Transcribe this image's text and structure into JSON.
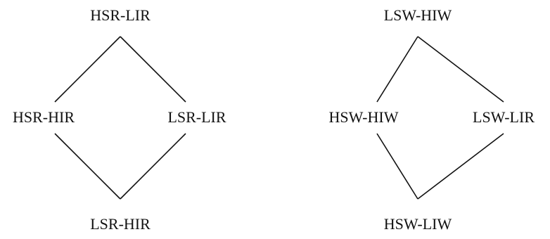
{
  "diagrams": [
    {
      "top": "HSR-LIR",
      "left": "HSR-HIR",
      "right": "LSR-LIR",
      "bottom": "LSR-HIR"
    },
    {
      "top": "LSW-HIW",
      "left": "HSW-HIW",
      "right": "LSW-LIR",
      "bottom": "HSW-LIW"
    }
  ],
  "colors": {
    "ink": "#111111",
    "background": "#ffffff"
  }
}
